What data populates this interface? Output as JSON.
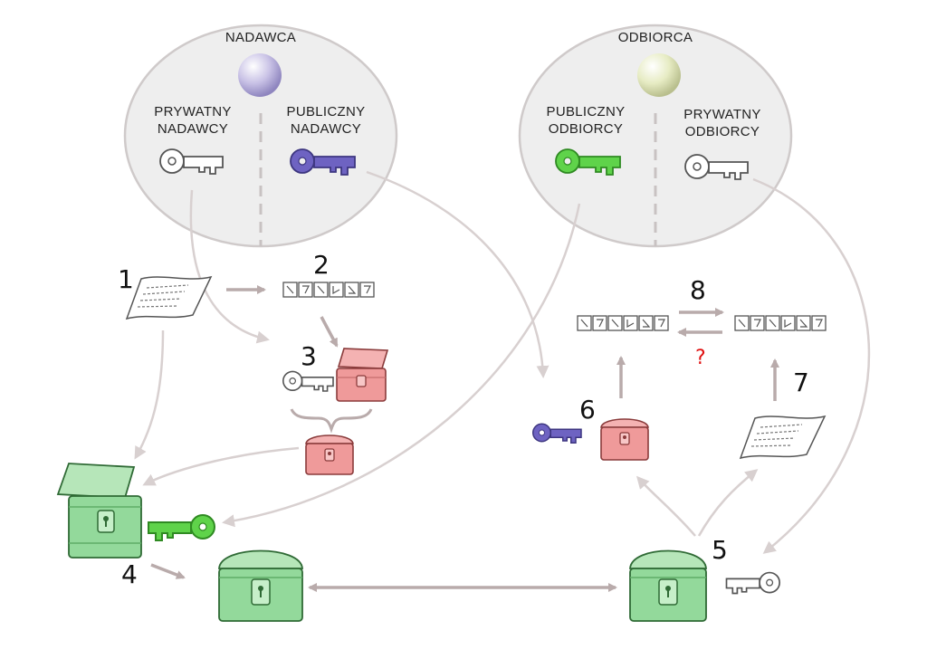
{
  "sender": {
    "title": "NADAWCA",
    "private_line1": "PRYWATNY",
    "private_line2": "NADAWCY",
    "public_line1": "PUBLICZNY",
    "public_line2": "NADAWCY"
  },
  "receiver": {
    "title": "ODBIORCA",
    "public_line1": "PUBLICZNY",
    "public_line2": "ODBIORCY",
    "private_line1": "PRYWATNY",
    "private_line2": "ODBIORCY"
  },
  "steps": {
    "s1": "1",
    "s2": "2",
    "s3": "3",
    "s4": "4",
    "s5": "5",
    "s6": "6",
    "s7": "7",
    "s8": "8"
  },
  "compare_mark": "?",
  "colors": {
    "circle_fill": "#eeeeee",
    "circle_stroke": "#cfcaca",
    "arrow": "#b9abab",
    "flow": "#d8d0d0",
    "sender_key": "#6e63c2",
    "receiver_key": "#5fd34a",
    "red_chest": "#ef9a9a",
    "green_chest": "#93d99b",
    "question_mark": "#e01010"
  },
  "icons": {
    "sender_orb": "lavender-sphere",
    "receiver_orb": "pale-yellow-sphere",
    "key": "key-icon",
    "document": "document-icon",
    "hash": "hash-icon",
    "chest": "chest-icon"
  }
}
